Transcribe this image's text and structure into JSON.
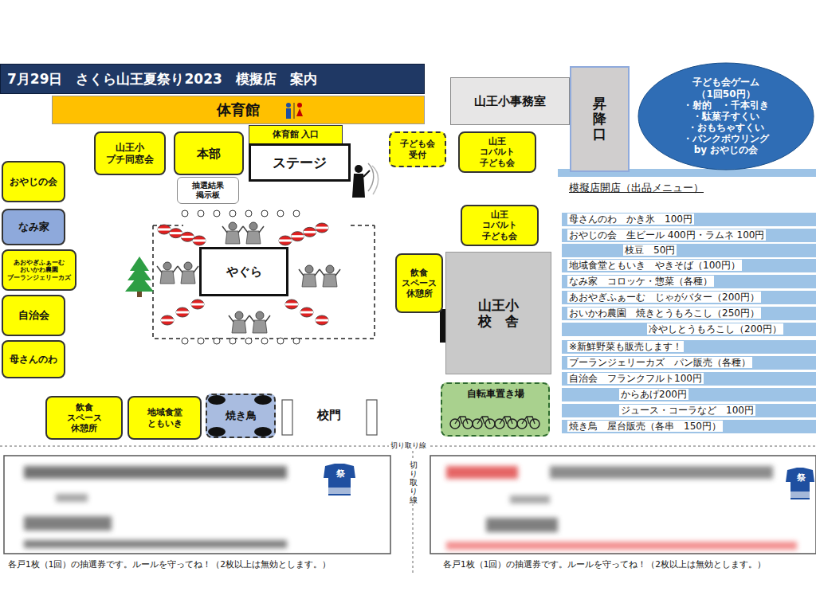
{
  "diagram": {
    "title": "7月29日　さくら山王夏祭り2023　模擬店　案内",
    "nodes": [
      {
        "text": [
          "体育館"
        ]
      },
      {
        "text": [
          "山王小事務室"
        ]
      },
      {
        "text": [
          "昇降口"
        ]
      },
      {
        "text": [
          "子ども会ゲーム",
          "（1回50円）",
          "・射的　・千本引き",
          "・駄菓子すくい",
          "・おもちゃすくい",
          "・パンクボウリング",
          "by おやじの会"
        ]
      },
      {
        "text": [
          "山王小 プチ同窓会"
        ]
      },
      {
        "text": [
          "本部"
        ]
      },
      {
        "text": [
          "抽選結果 掲示板"
        ]
      },
      {
        "text": [
          "体育館 入口"
        ]
      },
      {
        "text": [
          "ステージ"
        ]
      },
      {
        "text": [
          "子ども会 受付"
        ]
      },
      {
        "text": [
          "山王 コバルト 子ども会"
        ]
      },
      {
        "text": [
          "おやじの会"
        ]
      },
      {
        "text": [
          "なみ家"
        ]
      },
      {
        "text": [
          "あおやぎふぁーむ おいかわ農園 ブーランジェリーカズ"
        ]
      },
      {
        "text": [
          "自治会"
        ]
      },
      {
        "text": [
          "母さんのわ"
        ]
      },
      {
        "text": [
          "やぐら"
        ]
      },
      {
        "text": [
          "飲食 スペース 休憩所"
        ]
      },
      {
        "text": [
          "山王 コバルト 子ども会"
        ]
      },
      {
        "text": [
          "山王小",
          "校　舎"
        ]
      },
      {
        "text": [
          "飲食 スペース 休憩所"
        ]
      },
      {
        "text": [
          "地域食堂 ともいき"
        ]
      },
      {
        "text": [
          "焼き鳥"
        ]
      },
      {
        "text": [
          "自転車置き場"
        ]
      }
    ],
    "labels": [
      "校門",
      "模擬店開店（出品メニュー）",
      "母さんのわ　かき氷　100円",
      "おやじの会　生ビール 400円・ラムネ 100円",
      "枝豆　50円",
      "地域食堂ともいき　やきそば（100円）",
      "なみ家　コロッケ・惣菜（各種）",
      "あおやぎふぁーむ　じゃがバター（200円）",
      "おいかわ農園　焼きとうもろこし（250円）",
      "冷やしとうもろこし（200円）",
      "※新鮮野菜も販売します！",
      "ブーランジェリーカズ　パン販売（各種）",
      "自治会　フランクフルト100円",
      "からあげ200円",
      "ジュース・コーラなど　100円",
      "焼き鳥　屋台販売（各串　150円）",
      "切り取り線",
      "切り取り線",
      "祭",
      "祭",
      "各戸1枚（1回）の抽選券です。ルールを守ってね！（2枚以上は無効とします。）",
      "各戸1枚（1回）の抽選券です。ルールを守ってね！（2枚以上は無効とします。）"
    ]
  }
}
